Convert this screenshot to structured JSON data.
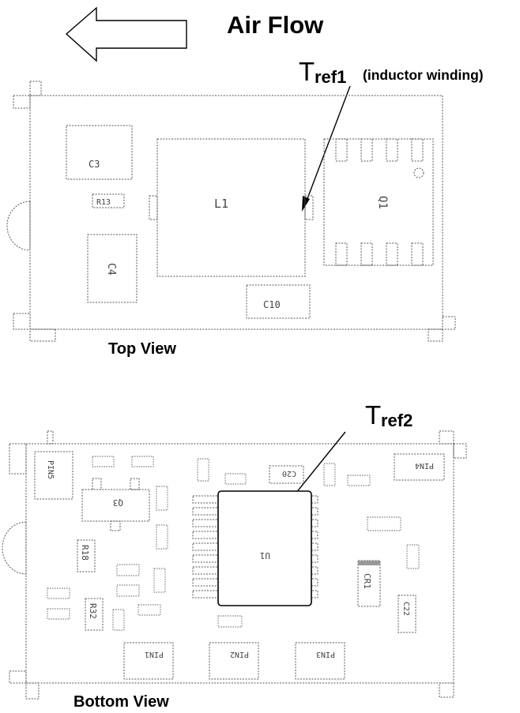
{
  "labels": {
    "air_flow": "Air Flow",
    "tref1_main": "T",
    "tref1_sub": "ref1",
    "tref1_note": "(inductor winding)",
    "tref2_main": "T",
    "tref2_sub": "ref2",
    "top_view": "Top View",
    "bottom_view": "Bottom View"
  },
  "top_components": {
    "c3": "C3",
    "r13": "R13",
    "l1": "L1",
    "q1": "Q1",
    "c4": "C4",
    "c10": "C10"
  },
  "bottom_components": {
    "pin5": "PIN5",
    "pin4": "PIN4",
    "pin1": "PIN1",
    "pin2": "PIN2",
    "pin3": "PIN3",
    "q3": "Q3",
    "r18": "R18",
    "r32": "R32",
    "u1": "U1",
    "cr1": "CR1",
    "c22": "C22",
    "c20": "C20"
  }
}
